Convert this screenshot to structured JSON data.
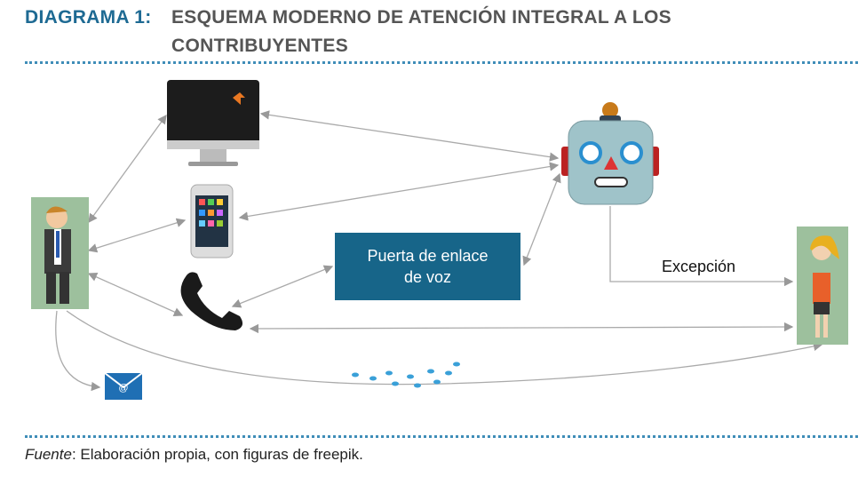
{
  "title": {
    "prefix": "DIAGRAMA 1:",
    "line1": "ESQUEMA MODERNO DE ATENCIÓN INTEGRAL A LOS",
    "line2": "CONTRIBUYENTES"
  },
  "nodes": {
    "gateway": "Puerta de enlace de voz",
    "exception_label": "Excepción"
  },
  "footer": {
    "source_label": "Fuente",
    "source_text": ": Elaboración propia, con figuras de freepik."
  },
  "colors": {
    "title_blue": "#1e6a93",
    "title_gray": "#555555",
    "gateway": "#176589",
    "figure_bg": "#9dc09d"
  }
}
